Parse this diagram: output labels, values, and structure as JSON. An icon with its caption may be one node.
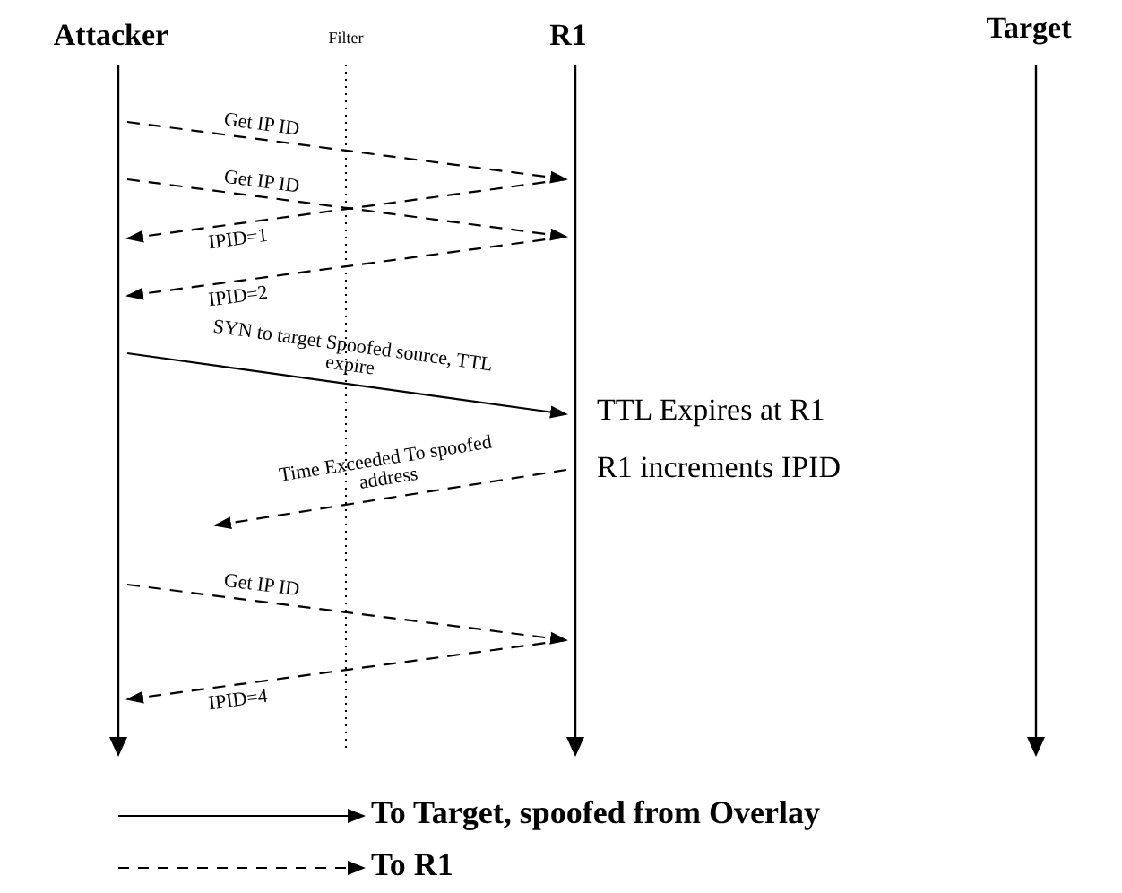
{
  "diagram": {
    "nodes": [
      {
        "text": [
          "Attacker"
        ]
      },
      {
        "text": [
          "R1"
        ],
        "beside": [
          "TTL Expires at R1",
          "R1 increments IPID"
        ]
      },
      {
        "text": [
          "Target"
        ]
      }
    ],
    "edges": [
      {
        "from": 0,
        "to": 1,
        "arrow": "to",
        "style": "dashed",
        "label": "Get IP ID"
      },
      {
        "from": 0,
        "to": 1,
        "arrow": "to",
        "style": "dashed",
        "label": "Get IP ID"
      },
      {
        "from": 1,
        "to": 0,
        "arrow": "to",
        "style": "dashed",
        "label": "IPID=1"
      },
      {
        "from": 1,
        "to": 0,
        "arrow": "to",
        "style": "dashed",
        "label": "IPID=2"
      },
      {
        "from": 0,
        "to": 1,
        "arrow": "to",
        "label": "SYN to target Spoofed source, TTL expire"
      },
      {
        "from": 1,
        "to": null,
        "arrow": "to",
        "style": "dashed",
        "label": "Time Exceeded To spoofed address"
      },
      {
        "from": 0,
        "to": 1,
        "arrow": "to",
        "style": "dashed",
        "label": "Get IP ID"
      },
      {
        "from": 1,
        "to": 0,
        "arrow": "to",
        "style": "dashed",
        "label": "IPID=4"
      }
    ],
    "labels": [
      "Filter"
    ],
    "legend": [
      {
        "text": "To Target, spoofed from Overlay"
      },
      {
        "text": "To R1"
      }
    ]
  }
}
